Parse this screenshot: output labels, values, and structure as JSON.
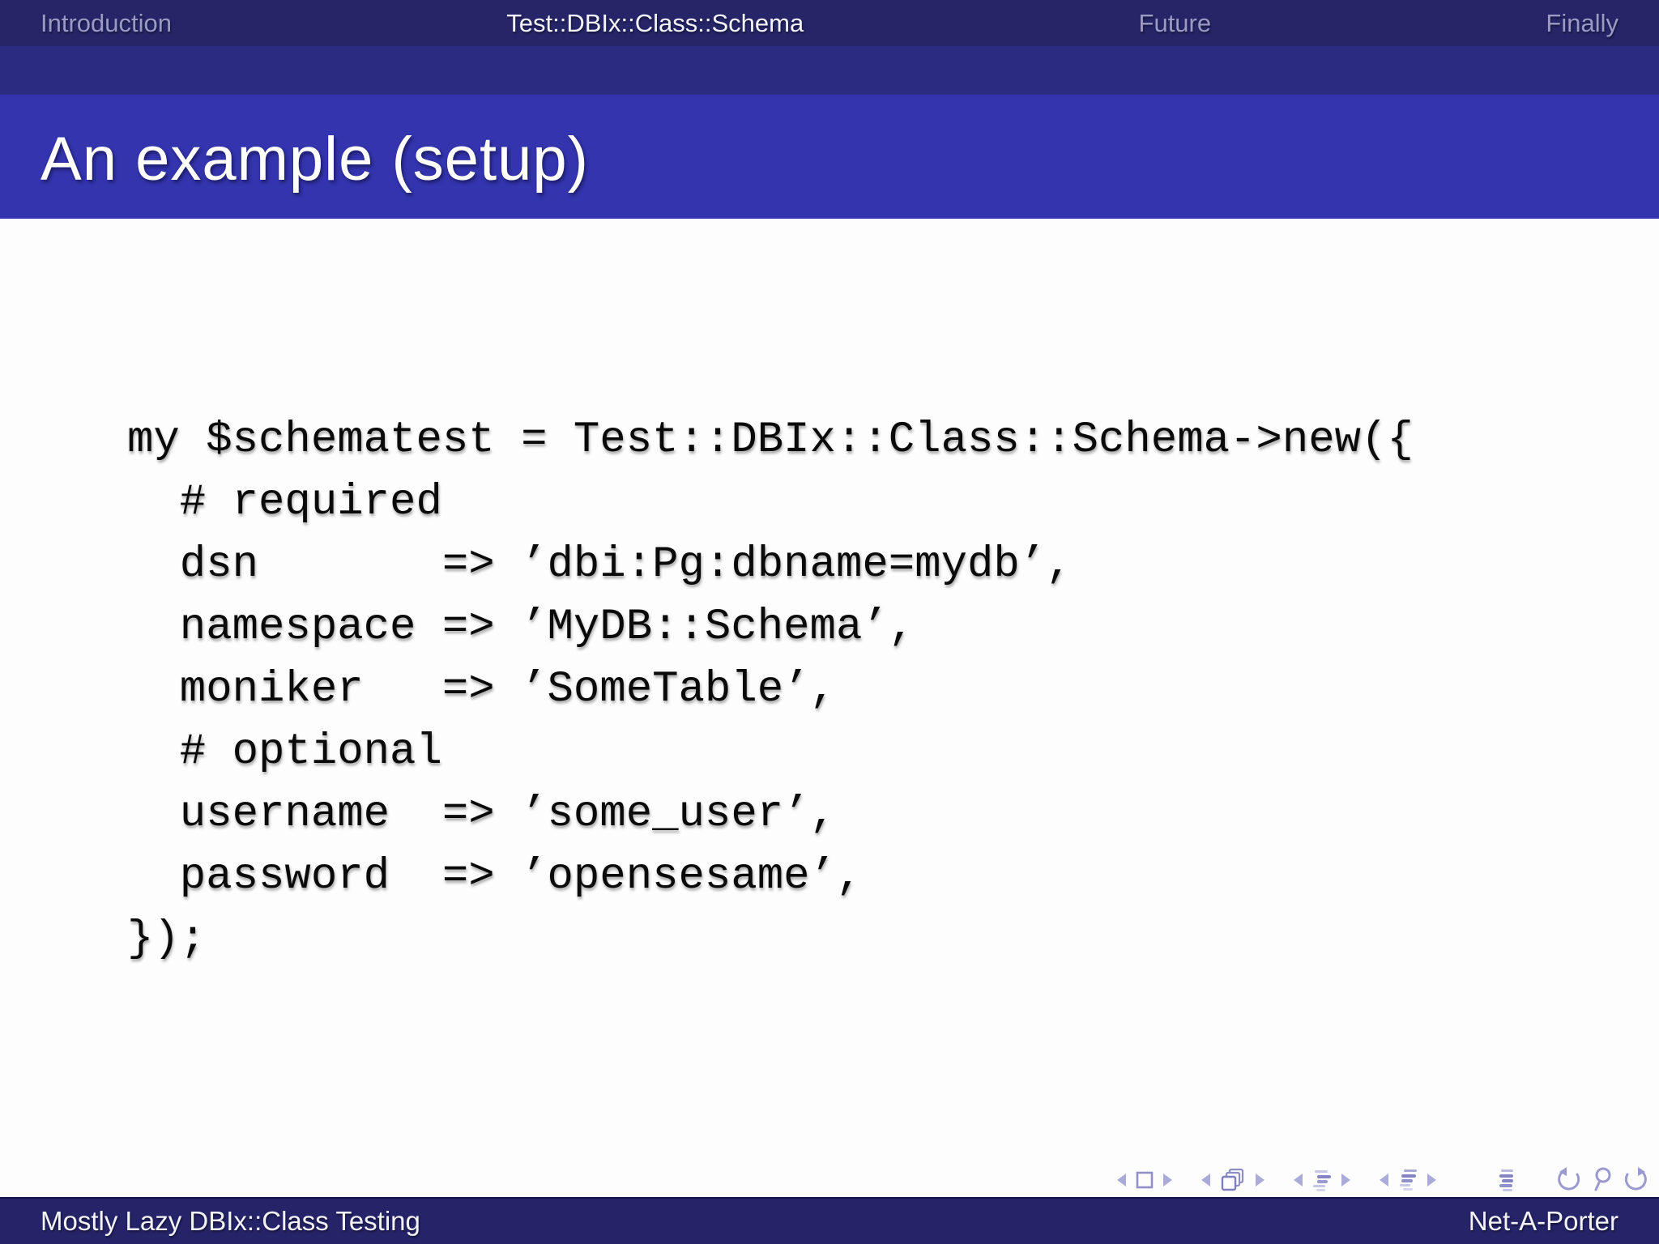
{
  "header": {
    "sections": [
      {
        "label": "Introduction",
        "active": false
      },
      {
        "label": "Test::DBIx::Class::Schema",
        "active": true
      },
      {
        "label": "Future",
        "active": false
      },
      {
        "label": "Finally",
        "active": false
      }
    ],
    "frame_title": "An example (setup)"
  },
  "code": {
    "lines": [
      "my $schematest = Test::DBIx::Class::Schema->new({",
      "  # required",
      "  dsn       => ’dbi:Pg:dbname=mydb’,",
      "  namespace => ’MyDB::Schema’,",
      "  moniker   => ’SomeTable’,",
      "  # optional",
      "  username  => ’some_user’,",
      "  password  => ’opensesame’,",
      "});"
    ]
  },
  "footer": {
    "left": "Mostly Lazy DBIx::Class Testing",
    "right": "Net-A-Porter"
  },
  "nav_symbols": [
    "slide-prev-icon",
    "slide-icon",
    "slide-next-icon",
    "frame-prev-icon",
    "frame-stack-icon",
    "frame-next-icon",
    "subsection-prev-icon",
    "subsection-list-icon",
    "subsection-next-icon",
    "section-prev-icon",
    "section-list-icon",
    "section-next-icon",
    "document-icon",
    "history-back-icon",
    "search-icon",
    "history-forward-icon"
  ],
  "theme_colors": {
    "header_dark": "#252567",
    "header_mid": "#2B2B82",
    "frametitle_bg": "#3434AE",
    "footer_bg": "#262468",
    "nav_dimmed_text": "#9A9AC4",
    "nav_active_text": "#F4F4F8",
    "body_bg": "#FDFDFD",
    "code_text": "#0A0A0A",
    "nav_symbol_color": "#9E9ED2"
  }
}
